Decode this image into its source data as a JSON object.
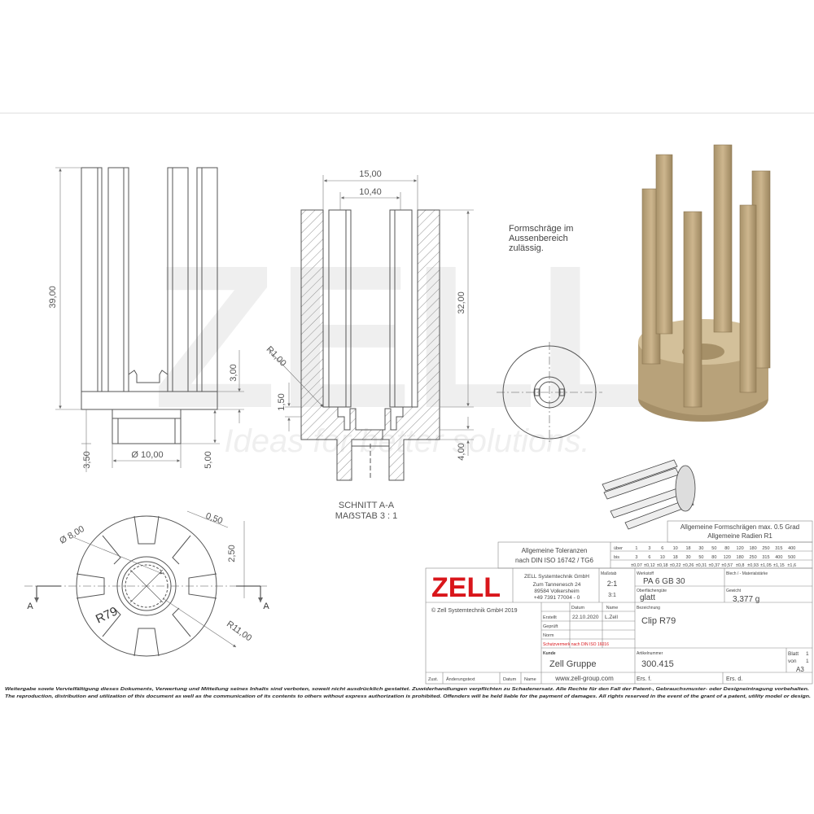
{
  "watermark": {
    "logo": "ZELL",
    "tagline": "Ideas for better solutions."
  },
  "front_view": {
    "dims": {
      "height_total": "39,00",
      "base_step": "3,00",
      "stem_height": "3,50",
      "stem_diameter": "Ø 10,00",
      "stem_length": "5,00"
    }
  },
  "section_view": {
    "dims": {
      "outer_width": "15,00",
      "inner_width": "10,40",
      "inner_height": "32,00",
      "radius": "R1,00",
      "step": "1,50",
      "hub_height": "4,00"
    },
    "caption_line1": "SCHNITT A-A",
    "caption_line2": "MAẞSTAB 3 : 1"
  },
  "note": {
    "line1": "Formschräge im",
    "line2": "Aussenbereich",
    "line3": "zulässig."
  },
  "bottom_view": {
    "dims": {
      "diameter": "Ø 8,00",
      "gap": "0,50",
      "offset": "2,50",
      "radius": "R11,00"
    },
    "engraving": "R79",
    "section_marker": "A"
  },
  "title_block": {
    "draft": {
      "line1": "Allgemeine Formschrägen max. 0.5 Grad",
      "line2": "Allgemeine Radien R1"
    },
    "tolerances": {
      "line1": "Allgemeine Toleranzen",
      "line2": "nach DIN ISO 16742 / TG6"
    },
    "tol_table": {
      "row_labels": [
        "über",
        "bis"
      ],
      "uber": [
        "1",
        "3",
        "6",
        "10",
        "18",
        "30",
        "50",
        "80",
        "120",
        "180",
        "250",
        "315",
        "400"
      ],
      "bis": [
        "3",
        "6",
        "10",
        "18",
        "30",
        "50",
        "80",
        "120",
        "180",
        "250",
        "315",
        "400",
        "500"
      ],
      "values": [
        "±0,07",
        "±0,12",
        "±0,18",
        "±0,22",
        "±0,26",
        "±0,31",
        "±0,37",
        "±0,57",
        "±0,8",
        "±0,93",
        "±1,05",
        "±1,15",
        "±1,6"
      ]
    },
    "company": {
      "logo": "ZELL",
      "name": "ZELL Systemtechnik GmbH",
      "street": "Zum Tannenesch 24",
      "city": "89584 Volkersheim",
      "phone": "+49 7391 77004 - 0"
    },
    "scale": {
      "label": "Maßstab",
      "value1": "2:1",
      "value2": "3:1"
    },
    "material": {
      "label": "Werkstoff",
      "value": "PA 6 GB 30"
    },
    "sheet_thickness_label": "Blech / - Materialstärke",
    "surface": {
      "label": "Oberflächengüte",
      "value": "glatt"
    },
    "weight": {
      "label": "Gewicht",
      "value": "3,377 g"
    },
    "copyright": "© Zell Systemtechnik GmbH 2019",
    "date_header": "Datum",
    "name_header": "Name",
    "rows": [
      {
        "label": "Erstellt",
        "date": "22.10.2020",
        "name": "L.Zell"
      },
      {
        "label": "Geprüft",
        "date": "",
        "name": ""
      },
      {
        "label": "Norm",
        "date": "",
        "name": ""
      }
    ],
    "protection_note": "Schutzvermerk nach DIN ISO 16016",
    "designation": {
      "label": "Bezeichnung",
      "value": "Clip R79"
    },
    "customer": {
      "label": "Kunde",
      "value": "Zell Gruppe"
    },
    "article": {
      "label": "Artikelnummer",
      "value": "300.415"
    },
    "sheet_label": "Blatt",
    "sheet_num": "1",
    "of_label": "von",
    "of_num": "1",
    "format": "A3",
    "url": "www.zell-group.com",
    "replacement_for": "Ers. f.",
    "replaced_by": "Ers. d.",
    "revision": {
      "zust": "Zust.",
      "text": "Änderungstext",
      "date": "Datum",
      "name": "Name"
    }
  },
  "footer": {
    "de": "Weitergabe sowie Vervielfältigung dieses Dokuments, Verwertung und Mitteilung seines Inhalts sind verboten, soweit nicht ausdrücklich gestattet. Zuwiderhandlungen verpflichten zu Schadenersatz. Alle Rechte für den Fall der Patent-, Gebrauchsmuster- oder Designeintragung vorbehalten.",
    "en": "The reproduction, distribution and utilization of this document as well as the communication of its contents to others without express authorization is prohibited. Offenders will be held liable for the payment of damages. All rights reserved in the event of the grant of a patent, utility model or design."
  },
  "colors": {
    "brand_red": "#d9161b",
    "line": "#555555",
    "part": "#c2ad86"
  }
}
